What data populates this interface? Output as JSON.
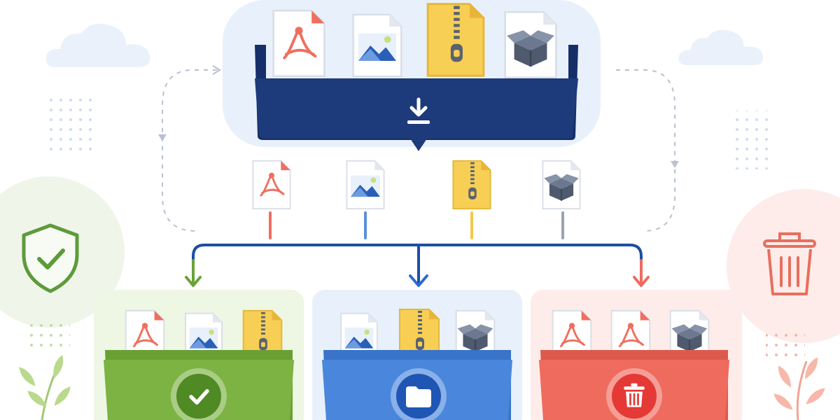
{
  "scene": {
    "kind": "file-sorting-illustration"
  },
  "source_tray": {
    "files": [
      "pdf-document",
      "image-file",
      "zip-archive",
      "package-box"
    ],
    "action_icon": "download-icon",
    "color": "#1d3a7a"
  },
  "middle_files": [
    {
      "type": "pdf-document",
      "connector_color": "#ef6f5f"
    },
    {
      "type": "image-file",
      "connector_color": "#5b8fd8"
    },
    {
      "type": "zip-archive",
      "connector_color": "#f2c94c"
    },
    {
      "type": "package-box",
      "connector_color": "#9aa3b2"
    }
  ],
  "destinations": [
    {
      "id": "approved",
      "color": "#7cb342",
      "badge_icon": "checkmark-icon",
      "files": [
        "pdf-document",
        "image-file",
        "zip-archive"
      ]
    },
    {
      "id": "organized",
      "color": "#4a86dc",
      "badge_icon": "folder-icon",
      "files": [
        "image-file",
        "zip-archive",
        "package-box"
      ]
    },
    {
      "id": "deleted",
      "color": "#ee6b5e",
      "badge_icon": "trash-icon",
      "files": [
        "pdf-document",
        "pdf-document",
        "package-box"
      ]
    }
  ],
  "side_badges": {
    "left": {
      "icon": "shield-check-icon",
      "color": "#5d9b3a"
    },
    "right": {
      "icon": "trash-icon",
      "color": "#e76f5e"
    }
  },
  "colors": {
    "flow_line": "#1d4ea3",
    "dashed_line": "#b8c2d0",
    "green": "#7cb342",
    "blue": "#4a86dc",
    "red": "#ee6b5e",
    "navy": "#1d3a7a"
  }
}
